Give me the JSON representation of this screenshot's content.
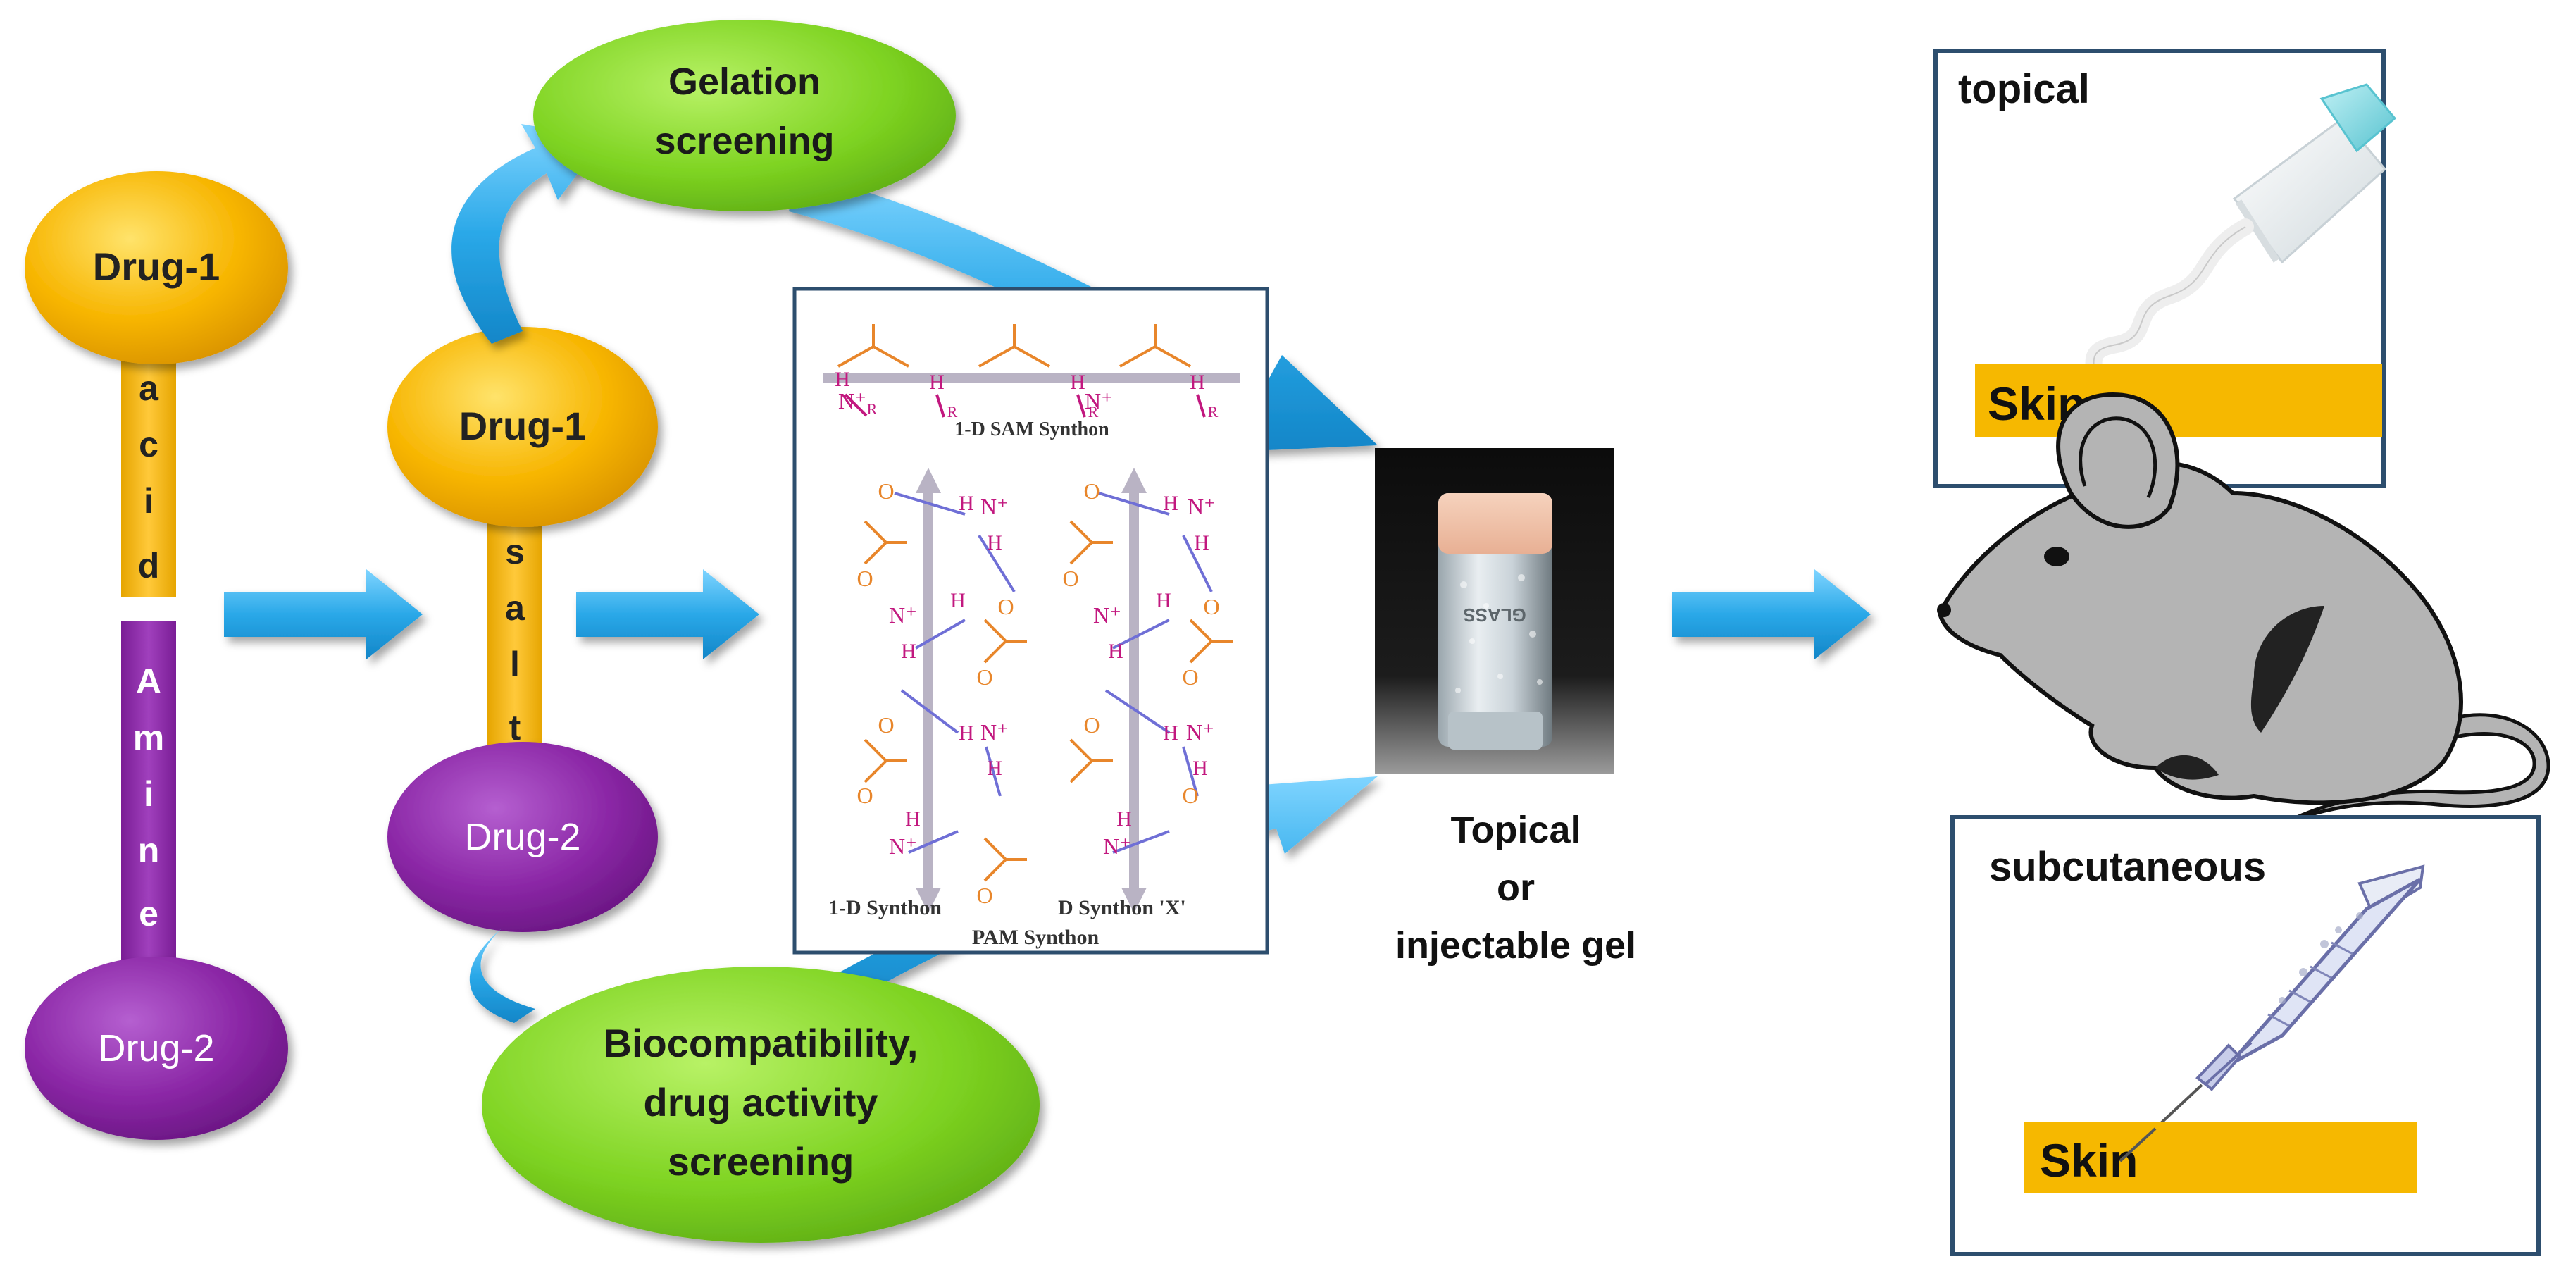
{
  "stage1": {
    "top_oval": "Drug-1",
    "bottom_oval": "Drug-2",
    "acid_letters": [
      "a",
      "c",
      "i",
      "d"
    ],
    "amine_letters": [
      "A",
      "m",
      "i",
      "n",
      "e"
    ]
  },
  "stage2": {
    "top_oval": "Drug-1",
    "bottom_oval": "Drug-2",
    "salt_letters": [
      "s",
      "a",
      "l",
      "t"
    ]
  },
  "screening": {
    "gelation_line1": "Gelation",
    "gelation_line2": "screening",
    "bio_line1": "Biocompatibility,",
    "bio_line2": "drug activity",
    "bio_line3": "screening"
  },
  "synthon_panel": {
    "sam_label": "1-D SAM Synthon",
    "bottom_left_label": "1-D Synthon",
    "bottom_right_label": "D Synthon 'X'",
    "pam_label": "PAM Synthon",
    "atoms": {
      "hydrogen": "H",
      "oxygen": "O",
      "nitrogen_plus": "N⁺",
      "r_group": "R"
    }
  },
  "gel": {
    "caption_line1": "Topical",
    "caption_line2": "or",
    "caption_line3": "injectable gel",
    "vial_text": "GLASS"
  },
  "application": {
    "topical_title": "topical",
    "topical_skin": "Skin",
    "subcutaneous_title": "subcutaneous",
    "subcutaneous_skin": "Skin"
  },
  "colors": {
    "drug1_yellow": "#f7b500",
    "drug2_purple": "#8b27a6",
    "screening_green": "#7ed321",
    "arrow_blue": "#2aa8e8",
    "skin_bar": "#f6b800",
    "panel_border": "#2d4e6e",
    "oxygen_orange": "#e8862b",
    "nitrogen_magenta": "#c2187f",
    "mouse_gray": "#b4b4b4"
  }
}
